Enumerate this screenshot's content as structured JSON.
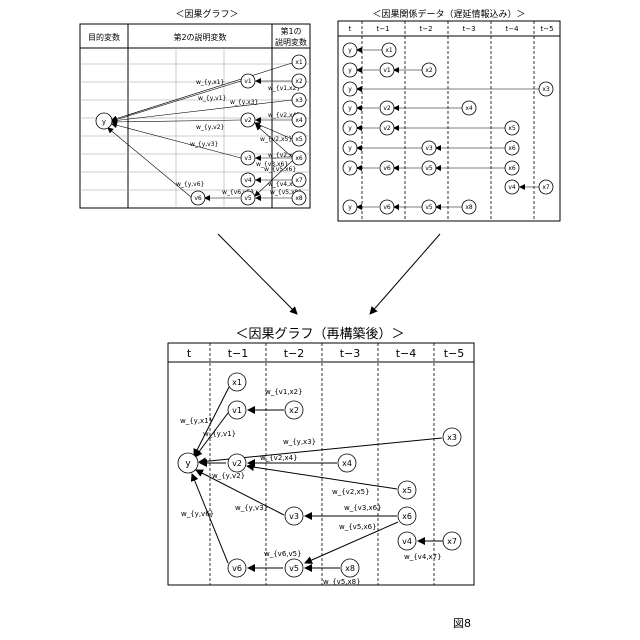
{
  "top_left": {
    "title": "＜因果グラフ＞",
    "header": {
      "target": "目的変数",
      "second": "第2の説明変数",
      "first_line1": "第1の",
      "first_line2": "説明変数"
    },
    "nodes": {
      "y": "y",
      "x1": "x1",
      "x2": "x2",
      "x3": "x3",
      "x4": "x4",
      "x5": "x5",
      "x6": "x6",
      "x7": "x7",
      "x8": "x8",
      "v1": "v1",
      "v2": "v2",
      "v3": "v3",
      "v4": "v4",
      "v5": "v5",
      "v6": "v6"
    },
    "weights": {
      "wyx1": "w_{y,x1}",
      "wv1x2": "w_{v1,x2}",
      "wyv1": "w_{y,v1}",
      "wyx3": "w_{y,x3}",
      "wv2x4": "w_{v2,x4}",
      "wyv2": "w_{y,v2}",
      "wv2x5": "w_{v2,x5}",
      "wyv3": "w_{y,v3}",
      "wv3x6": "w_{v3,x6}",
      "wv2x6": "w_{v2,x6}",
      "wv5x6": "w_{v5,x6}",
      "wv4x7": "w_{v4,x7}",
      "wyv6": "w_{y,v6}",
      "wv6v5": "w_{v6,v5}",
      "wv5x8": "w_{v5,x8}"
    }
  },
  "top_right": {
    "title": "＜因果関係データ（遅延情報込み）＞",
    "columns": [
      "t",
      "t−1",
      "t−2",
      "t−3",
      "t−4",
      "t−5"
    ],
    "rows": [
      [
        "y",
        "x1"
      ],
      [
        "y",
        "v1",
        "x2"
      ],
      [
        "y",
        "x3"
      ],
      [
        "y",
        "v2",
        "x4"
      ],
      [
        "y",
        "v2",
        "x5"
      ],
      [
        "y",
        "v3",
        "x6"
      ],
      [
        "y",
        "v6",
        "v5",
        "x6"
      ],
      [
        "v4",
        "x7"
      ],
      [
        "y",
        "v6",
        "v5",
        "x8"
      ]
    ]
  },
  "bottom": {
    "title": "＜因果グラフ（再構築後）＞",
    "columns": [
      "t",
      "t−1",
      "t−2",
      "t−3",
      "t−4",
      "t−5"
    ],
    "nodes": {
      "y": "y",
      "x1": "x1",
      "v1": "v1",
      "x2": "x2",
      "x3": "x3",
      "v2": "v2",
      "x4": "x4",
      "x5": "x5",
      "v3": "v3",
      "x6": "x6",
      "v4": "v4",
      "x7": "x7",
      "v6": "v6",
      "v5": "v5",
      "x8": "x8"
    },
    "weights": {
      "wyx1": "w_{y,x1}",
      "wyv1": "w_{y,v1}",
      "wv1x2": "w_{v1,x2}",
      "wyx3": "w_{y,x3}",
      "wv2x4": "w_{v2,x4}",
      "wyv2": "w_{y,v2}",
      "wv2x5": "w_{v2,x5}",
      "wyv3": "w_{y,v3}",
      "wv3x6": "w_{v3,x6}",
      "wv5x6": "w_{v5,x6}",
      "wyv6": "w_{y,v6}",
      "wv6v5": "w_{v6,v5}",
      "wv4x7": "w_{v4,x7}",
      "wv5x8": "w_{v5,x8}"
    }
  },
  "figure_label": "図8"
}
